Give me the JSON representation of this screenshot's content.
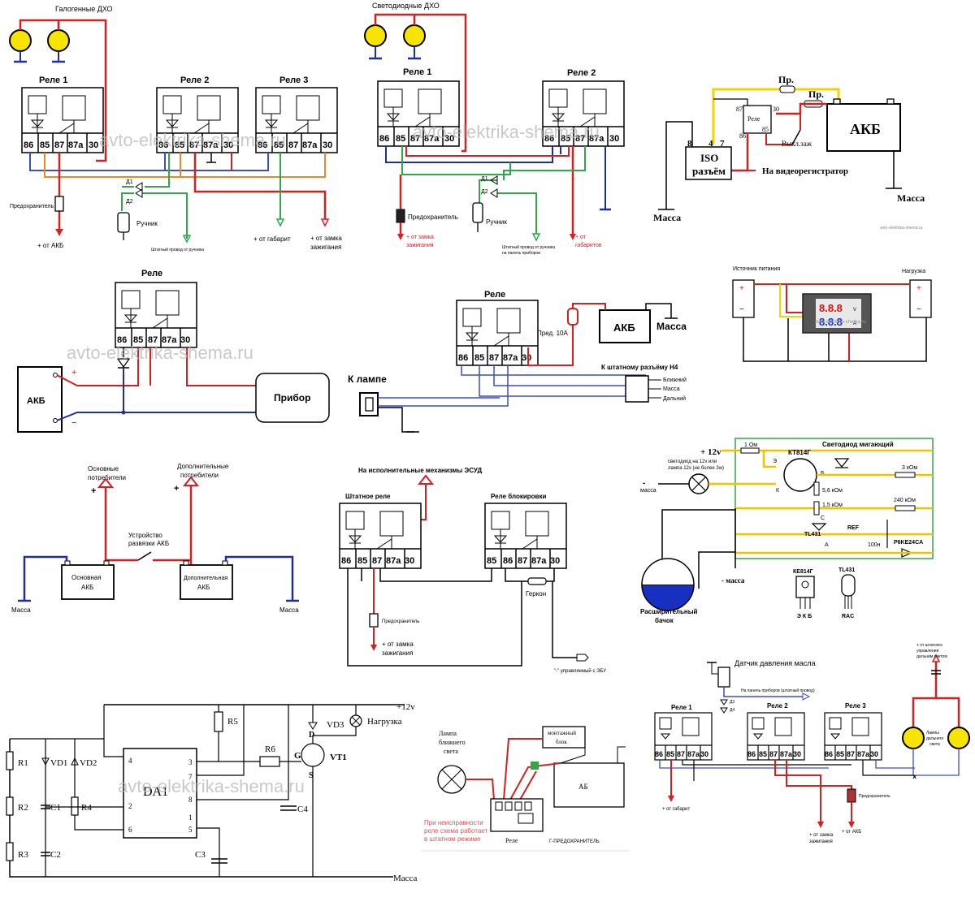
{
  "watermark": "avto-elektrika-shema.ru",
  "watermark_small": "avto-elektrika-shema.ru",
  "pins5": [
    "86",
    "85",
    "87",
    "87a",
    "30"
  ],
  "pins_block": [
    "85",
    "86",
    "87",
    "87a",
    "30"
  ],
  "d1": "Д1",
  "d2": "Д2",
  "fuse": "Предохранитель",
  "handbrake": "Ручник",
  "relay": "Реле",
  "relay1": "Реле 1",
  "relay2": "Реле  2",
  "relay3": "Реле 3",
  "akb": "АКБ",
  "massa": "Масса",
  "d1_title": "Галогенные ДХО",
  "d1_from_akb": "+ от АКБ",
  "d1_handbrake_wire": "Штатный провод от ручника",
  "d1_gabarit": "+ от габарит",
  "d1_ign1": "+ от замка",
  "d1_ign2": "зажигания",
  "d2_title": "Светодиодные ДХО",
  "d2_ign1": "+ от замка",
  "d2_ign2": "зажигания",
  "d2_wire1": "Штатный провод от ручника",
  "d2_wire2": "на панель приборов",
  "d2_gab1": "+ от",
  "d2_gab2": "габаритов",
  "d3_fuse": "Пр.",
  "d3_relay": "Реле",
  "d3_iso1": "ISO",
  "d3_iso2": "разъём",
  "d3_switch": "Выкл.заж",
  "d3_dvr": "На видеорегистратор",
  "d3_n8": "8",
  "d3_n4": "4",
  "d3_n7": "7",
  "d3_n87": "87",
  "d3_n86": "86",
  "d3_n85": "85",
  "d3_n30": "30",
  "d4_device": "Прибор",
  "plus": "+",
  "minus": "−",
  "d5_fuse": "Пред. 10А",
  "d5_lamp": "К лампе",
  "d5_h4": "К штатному разъёму Н4",
  "d5_near": "Ближний",
  "d5_mass": "Масса",
  "d5_far": "Дальний",
  "d6_source": "Источник питания",
  "d6_load": "Нагрузка",
  "d6_v": "8.8.8",
  "d6_a": "8.8.8",
  "d6_vl": "V",
  "d6_al": "A",
  "d7_main1": "Основные",
  "d7_main2": "потребители",
  "d7_add1": "Дополнительные",
  "d7_add2": "потребители",
  "d7_dev1": "Устройство",
  "d7_dev2": "развязки АКБ",
  "d7_mainakb1": "Основная",
  "d7_mainakb2": "АКБ",
  "d7_addakb1": "Дополнительная",
  "d7_addakb2": "АКБ",
  "d8_top": "На исполнительные механизмы ЭСУД",
  "d8_std": "Штатное реле",
  "d8_block": "Реле блокировки",
  "d8_gerkon": "Геркон",
  "d8_ign1": "+ от замка",
  "d8_ign2": "зажигания",
  "d8_ebu": "\"-\" управляемый с ЭБУ",
  "d9_12v": "+ 12v",
  "d9_led_note1": "светодиод на 12v или",
  "d9_led_note2": "лампа 12v (не более 3w)",
  "d9_minus": "-",
  "d9_massa": "масса",
  "d9_1ohm": "1 Ом",
  "d9_kt": "КТ814Г",
  "d9_blink": "Светодиод  мигающий",
  "d9_e": "Э",
  "d9_b": "Б",
  "d9_k": "К",
  "d9_3k": "3 кОм",
  "d9_56k": "5,6 кОм",
  "d9_240k": "240 кОм",
  "d9_15k": "1,5 кОм",
  "d9_tl": "TL431",
  "d9_ref": "REF",
  "d9_c": "C",
  "d9_a": "A",
  "d9_100n": "100н",
  "d9_p6": "P6KE24CA",
  "d9_massa2": "- масса",
  "d9_tank1": "Расширительный",
  "d9_tank2": "бачок",
  "d9_ke": "КЕ814Г",
  "d9_tl2": "TL431",
  "d9_ekb": "Э К Б",
  "d9_rac": "RAC",
  "d10_12v": "+12v",
  "d10_load": "Нагрузка",
  "d10_massa": "Масса",
  "d10_da": "DA1",
  "d10_r1": "R1",
  "d10_r2": "R2",
  "d10_r3": "R3",
  "d10_r4": "R4",
  "d10_r5": "R5",
  "d10_r6": "R6",
  "d10_vd1": "VD1",
  "d10_vd2": "VD2",
  "d10_vd3": "VD3",
  "d10_vt1": "VT1",
  "d10_c1": "C1",
  "d10_c2": "C2",
  "d10_c3": "C3",
  "d10_c4": "C4",
  "d10_g": "G",
  "d10_d": "D",
  "d10_s": "S",
  "d10_p4": "4",
  "d10_p3": "3",
  "d10_p7": "7",
  "d10_p8": "8",
  "d10_p2": "2",
  "d10_p6": "6",
  "d10_p1": "1",
  "d10_p5": "5",
  "d11_lamp1": "Лампа",
  "d11_lamp2": "ближнего",
  "d11_lamp3": "света",
  "d11_block1": "монтажный",
  "d11_block2": "блок",
  "d11_ab": "АБ",
  "d11_note1": "При неисправности",
  "d11_note2": "реле схема работает",
  "d11_note3": "в штатном режиме",
  "d11_fuse": "Г-ПРЕДОХРАНИТЕЛЬ",
  "d12_sensor": "Датчик давления масла",
  "d12_panel": "На панель приборов (штатный провод)",
  "d12_d3": "Д3",
  "d12_d4": "Д4",
  "d12_gab": "+ от габарит",
  "d12_ign1": "+ от замка",
  "d12_ign2": "зажигания",
  "d12_akb": "+ от АКБ",
  "d12_fuse": "Предохранитель",
  "d12_std1": "+ от штатного",
  "d12_std2": "управления",
  "d12_std3": "дальним светом",
  "d12_lamps1": "Лампы",
  "d12_lamps2": "дальнего",
  "d12_lamps3": "света"
}
